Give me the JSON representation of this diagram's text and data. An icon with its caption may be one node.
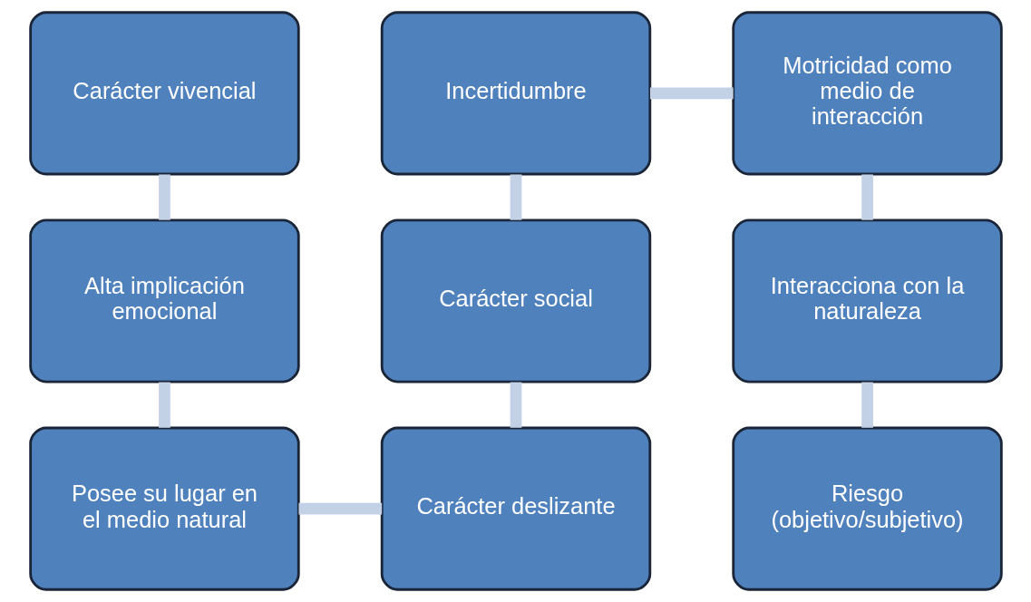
{
  "diagram": {
    "nodes": [
      {
        "text": [
          "Carácter vivencial"
        ]
      },
      {
        "text": [
          "Alta implicación emocional"
        ]
      },
      {
        "text": [
          "Posee su lugar en el medio natural"
        ]
      },
      {
        "text": [
          "Carácter deslizante"
        ]
      },
      {
        "text": [
          "Carácter social"
        ]
      },
      {
        "text": [
          "Incertidumbre"
        ]
      },
      {
        "text": [
          "Motricidad como medio de interacción"
        ]
      },
      {
        "text": [
          "Interacciona con la naturaleza"
        ]
      },
      {
        "text": [
          "Riesgo (objetivo/subjetivo)"
        ]
      }
    ],
    "edges": [
      {
        "from": 0,
        "to": 1,
        "arrow": "none"
      },
      {
        "from": 1,
        "to": 2,
        "arrow": "none"
      },
      {
        "from": 2,
        "to": 3,
        "arrow": "none"
      },
      {
        "from": 3,
        "to": 4,
        "arrow": "none"
      },
      {
        "from": 4,
        "to": 5,
        "arrow": "none"
      },
      {
        "from": 5,
        "to": 6,
        "arrow": "none"
      },
      {
        "from": 6,
        "to": 7,
        "arrow": "none"
      },
      {
        "from": 7,
        "to": 8,
        "arrow": "none"
      }
    ]
  }
}
